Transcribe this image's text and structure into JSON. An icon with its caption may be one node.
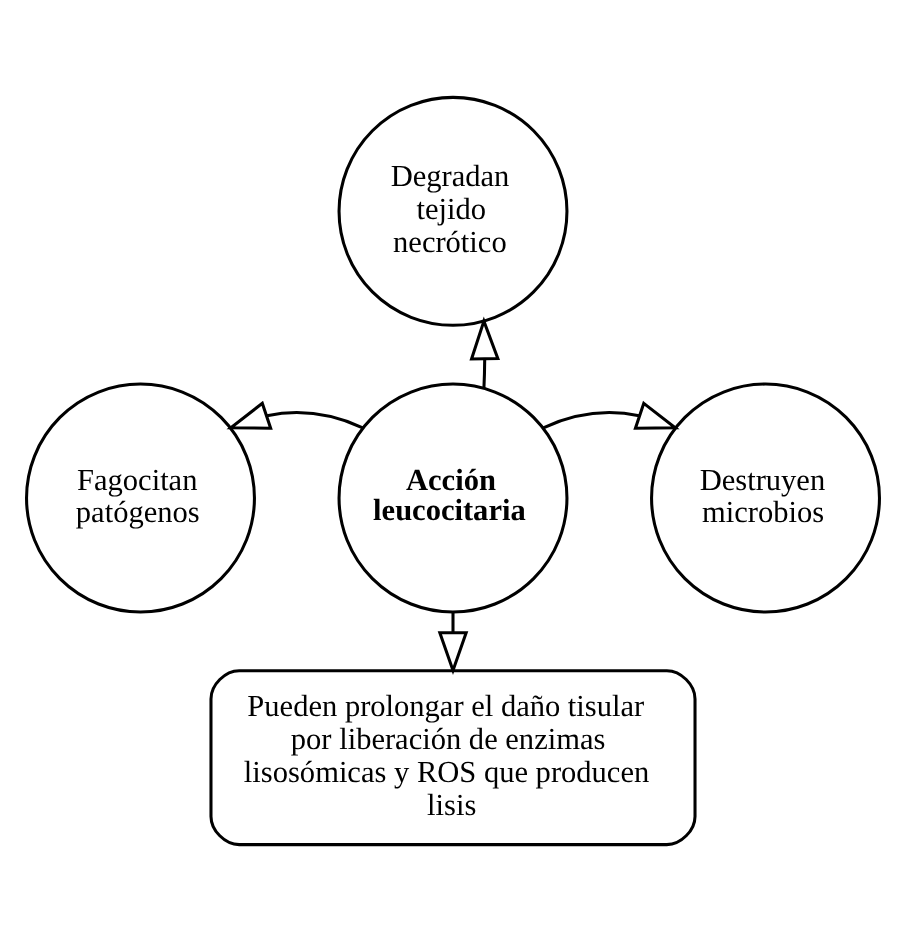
{
  "diagram": {
    "nodes": [
      {
        "text": [
          "Acción leucocitaria"
        ]
      },
      {
        "text": [
          "Degradan tejido necrótico"
        ]
      },
      {
        "text": [
          "Fagocitan patógenos"
        ]
      },
      {
        "text": [
          "Destruyen microbios"
        ]
      },
      {
        "text": [
          "Pueden prolongar el daño tisular por liberación de enzimas lisosómicas y ROS que producen lisis"
        ]
      }
    ],
    "edges": [
      {
        "from": 0,
        "to": 1,
        "arrow": "to"
      },
      {
        "from": 0,
        "to": 2,
        "arrow": "to"
      },
      {
        "from": 0,
        "to": 3,
        "arrow": "to"
      },
      {
        "from": 0,
        "to": 4,
        "arrow": "to"
      }
    ]
  }
}
